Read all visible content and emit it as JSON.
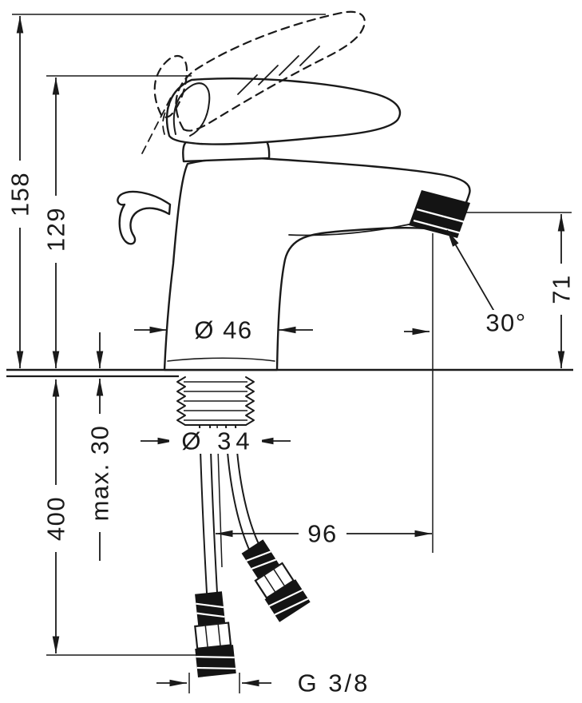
{
  "labels": {
    "total_height": "158",
    "body_height": "129",
    "hose_length": "400",
    "max_thickness": "max. 30",
    "outlet_height": "71",
    "base_diameter": "Ø 46",
    "shank_diameter": "Ø 34",
    "spout_reach": "96",
    "spout_angle": "30°",
    "thread": "G 3/8"
  },
  "colors": {
    "line": "#1a1a1a",
    "background": "#ffffff"
  }
}
